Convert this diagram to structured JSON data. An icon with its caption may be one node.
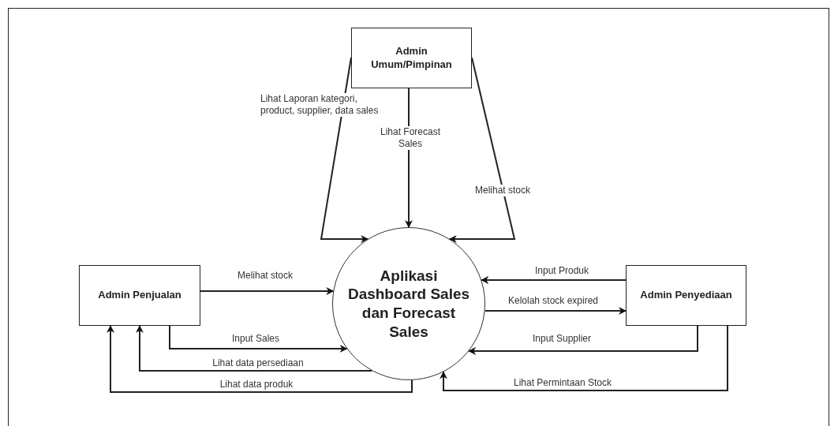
{
  "diagram": {
    "nodes": [
      {
        "text": [
          "Admin Umum/Pimpinan"
        ]
      },
      {
        "text": [
          "Aplikasi Dashboard Sales dan Forecast Sales"
        ]
      },
      {
        "text": [
          "Admin Penjualan"
        ]
      },
      {
        "text": [
          "Admin Penyediaan"
        ]
      }
    ],
    "edges": [
      {
        "from": 0,
        "to": 1,
        "arrow": "to",
        "label": "Lihat Laporan kategori, product, supplier, data sales"
      },
      {
        "from": 0,
        "to": 1,
        "arrow": "to",
        "label": "Lihat Forecast Sales"
      },
      {
        "from": 0,
        "to": 1,
        "arrow": "to",
        "label": "Melihat stock"
      },
      {
        "from": 2,
        "to": 1,
        "arrow": "to",
        "label": "Melihat stock"
      },
      {
        "from": 2,
        "to": 1,
        "arrow": "to",
        "label": "Input Sales"
      },
      {
        "from": 1,
        "to": 2,
        "arrow": "to",
        "label": "Lihat data persediaan"
      },
      {
        "from": 1,
        "to": 2,
        "arrow": "to",
        "label": "Lihat data produk"
      },
      {
        "from": 3,
        "to": 1,
        "arrow": "to",
        "label": "Input Produk"
      },
      {
        "from": 1,
        "to": 3,
        "arrow": "to",
        "label": "Kelolah stock expired"
      },
      {
        "from": 3,
        "to": 1,
        "arrow": "to",
        "label": "Input Supplier"
      },
      {
        "from": 3,
        "to": 1,
        "arrow": "to",
        "label": "Lihat Permintaan Stock"
      }
    ]
  }
}
